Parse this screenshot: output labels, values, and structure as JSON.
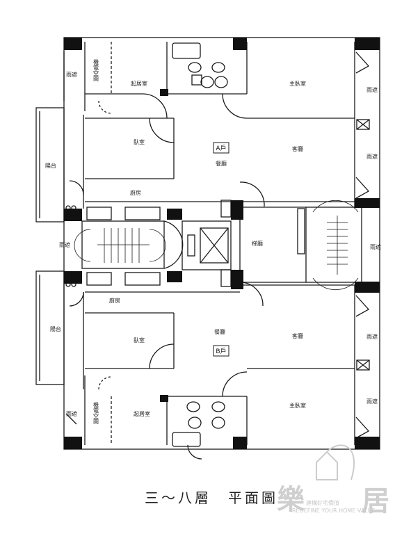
{
  "floor_title": "三～八層　平面圖",
  "units": {
    "a": "A戶",
    "b": "B戶"
  },
  "rooms": {
    "rain_shelter": "雨遮",
    "mech_space": "機電空間",
    "living_room": "起居室",
    "master_bedroom": "主臥室",
    "bedroom": "臥室",
    "dining_room": "餐廳",
    "guest_hall": "客廳",
    "kitchen": "廚房",
    "balcony": "陽台",
    "stair_hall": "梯廳"
  },
  "watermark": {
    "left_char": "樂",
    "right_char": "居",
    "tagline_cn": "建構好宅價值",
    "tagline_en": "REDEFINE YOUR HOME VALUE"
  },
  "colors": {
    "line": "#1a1a1a",
    "wall": "#111111",
    "watermark": "#cccccc"
  }
}
